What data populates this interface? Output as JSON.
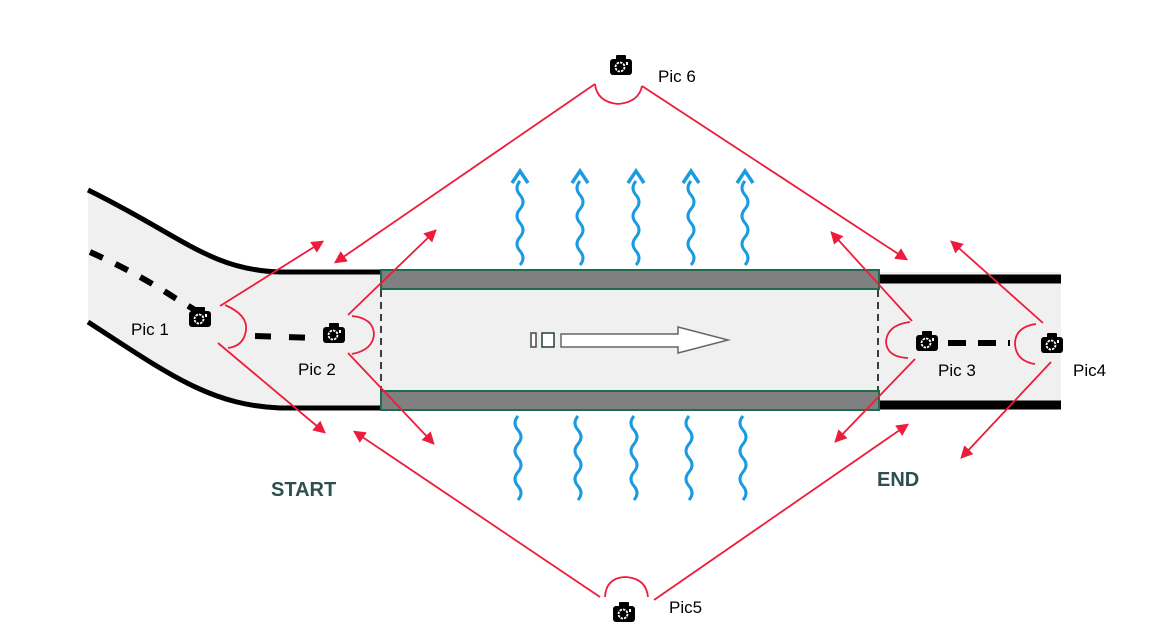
{
  "diagram": {
    "title": "",
    "zones": {
      "start": "START",
      "end": "END"
    },
    "cameras": [
      {
        "id": "pic1",
        "label": "Pic 1",
        "facing": "right"
      },
      {
        "id": "pic2",
        "label": "Pic 2",
        "facing": "right"
      },
      {
        "id": "pic3",
        "label": "Pic 3",
        "facing": "left"
      },
      {
        "id": "pic4",
        "label": "Pic4",
        "facing": "left"
      },
      {
        "id": "pic5",
        "label": "Pic5",
        "facing": "up"
      },
      {
        "id": "pic6",
        "label": "Pic 6",
        "facing": "down"
      }
    ],
    "flow_direction": "right",
    "heat_wave_count_top": 5,
    "heat_wave_count_bottom": 5,
    "colors": {
      "road": "#f0f0f0",
      "road_edge": "#000000",
      "bridge_rail": "#808080",
      "bridge_rail_border": "#1f6b4f",
      "view_lines": "#ee1c3c",
      "heat_waves": "#1a9be0",
      "zone_text": "#2f4f4f"
    }
  }
}
